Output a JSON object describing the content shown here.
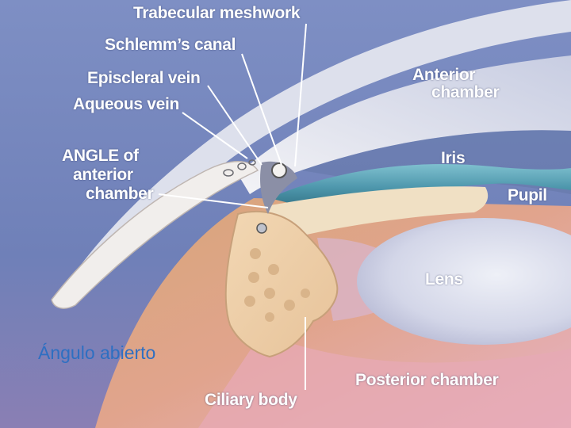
{
  "labels": {
    "trabecular_meshwork": "Trabecular meshwork",
    "schlemms_canal": "Schlemm’s canal",
    "episcleral_vein": "Episcleral vein",
    "aqueous_vein": "Aqueous vein",
    "angle_line1": "ANGLE of",
    "angle_line2": "anterior",
    "angle_line3": "chamber",
    "anterior_chamber_line1": "Anterior",
    "anterior_chamber_line2": "chamber",
    "iris": "Iris",
    "pupil": "Pupil",
    "lens": "Lens",
    "posterior_chamber": "Posterior chamber",
    "ciliary_body": "Ciliary body"
  },
  "caption": "Ángulo abierto",
  "colors": {
    "background": "#6d80b6",
    "label_text": "#ffffff",
    "caption_text": "#2e6fc2"
  }
}
